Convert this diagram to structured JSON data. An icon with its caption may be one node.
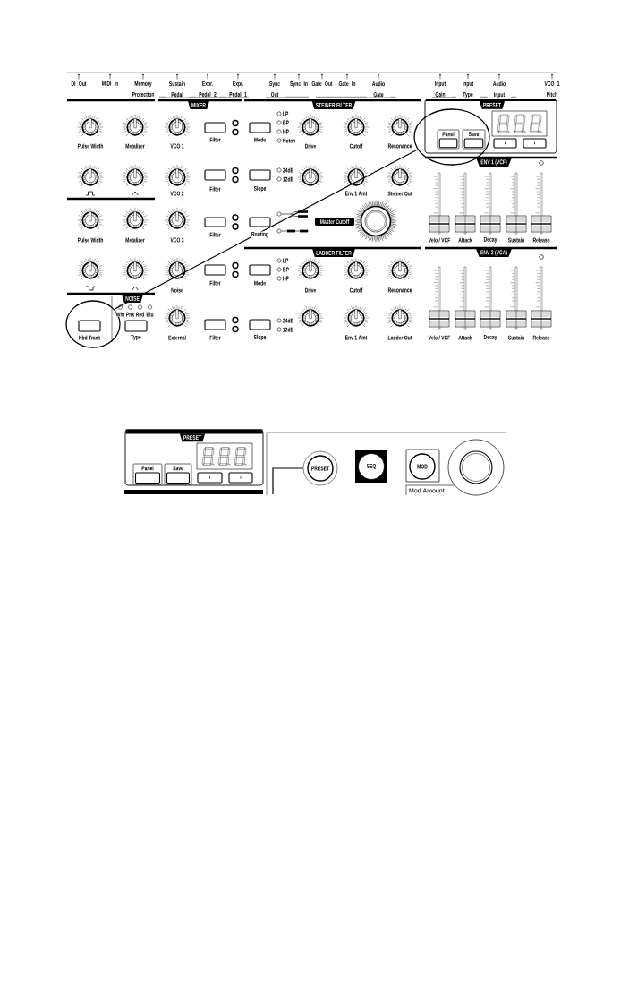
{
  "diagram": {
    "nodes": [
      {
        "text": [
          "Panel",
          "Save"
        ]
      },
      {
        "text": [
          "Kbd Track"
        ]
      },
      {
        "text": [
          "PRESET"
        ]
      },
      {
        "text": [
          "SEQ"
        ]
      },
      {
        "text": [
          "MOD"
        ]
      },
      {
        "text": [],
        "shape": "circle"
      }
    ],
    "edges": [
      {
        "from": 0,
        "to": 1,
        "arrow": "none"
      },
      {
        "from": null,
        "to": 2,
        "arrow": "none"
      }
    ],
    "labels": [
      "DI Out",
      "MIDI In",
      "Memory Protection",
      "Sustain Pedal",
      "Expr. Pedal 2",
      "Expr. Pedal 1",
      "Sync Out",
      "Sync In",
      "Gate Out",
      "Gate In",
      "Audio Gate",
      "Input Gain",
      "Input Type",
      "Audio Input",
      "VCO 1 Pitch",
      "MIXER",
      "STEINER FILTER",
      "PRESET",
      "LP",
      "BP",
      "HP",
      "Notch",
      "Pulse Width",
      "Metalizer",
      "VCO 1",
      "Filter",
      "Mode",
      "Drive",
      "Cutoff",
      "Resonance",
      "‹",
      "›",
      "ENV 1 (VCF)",
      "24dB",
      "12dB",
      "VCO 2",
      "Filter",
      "Slope",
      "Env 1 Amt",
      "Steiner Out",
      "Pulse Width",
      "Metalizer",
      "VCO 3",
      "Filter",
      "Routing",
      "Master Cutoff",
      "Velo / VCF",
      "Attack",
      "Decay",
      "Sustain",
      "Release",
      "LADDER FILTER",
      "ENV 2 (VCA)",
      "LP",
      "BP",
      "HP",
      "Noise",
      "Filter",
      "Mode",
      "Drive",
      "Cutoff",
      "Resonance",
      "NOISE",
      "Wht",
      "Pnk",
      "Red",
      "Blu",
      "Type",
      "External",
      "Filter",
      "Slope",
      "24dB",
      "12dB",
      "Env 1 Amt",
      "Ladder Out",
      "Velo / VCF",
      "Attack",
      "Decay",
      "Sustain",
      "Release",
      "PRESET",
      "Panel",
      "Save",
      "‹",
      "›",
      "Mod Amount"
    ]
  }
}
